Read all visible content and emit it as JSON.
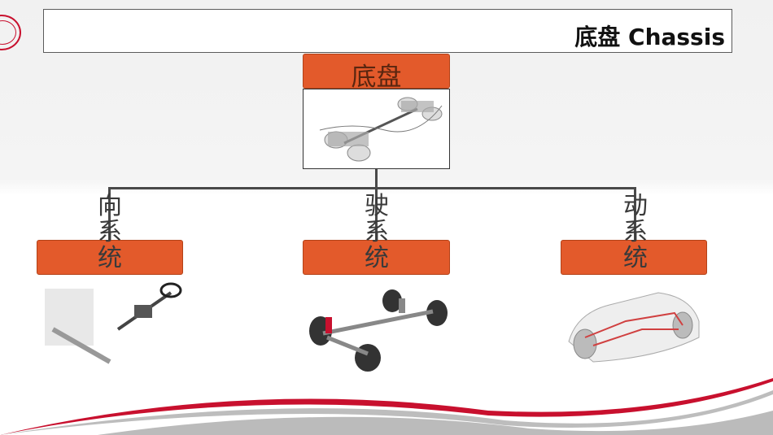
{
  "header": {
    "title": "底盘 Chassis"
  },
  "root": {
    "label": "底盘",
    "image_icon": "chassis-overview-image"
  },
  "branches": [
    {
      "label_visible": "向系统",
      "node_text": "",
      "image_icon": "steering-system-image"
    },
    {
      "label_visible": "驶系统",
      "node_text": "",
      "image_icon": "running-gear-image"
    },
    {
      "label_visible": "动系统",
      "node_text": "",
      "image_icon": "brake-system-image"
    }
  ],
  "colors": {
    "node_fill": "#e35a2b",
    "accent_red": "#c8102e",
    "line": "#4a4a4a"
  }
}
